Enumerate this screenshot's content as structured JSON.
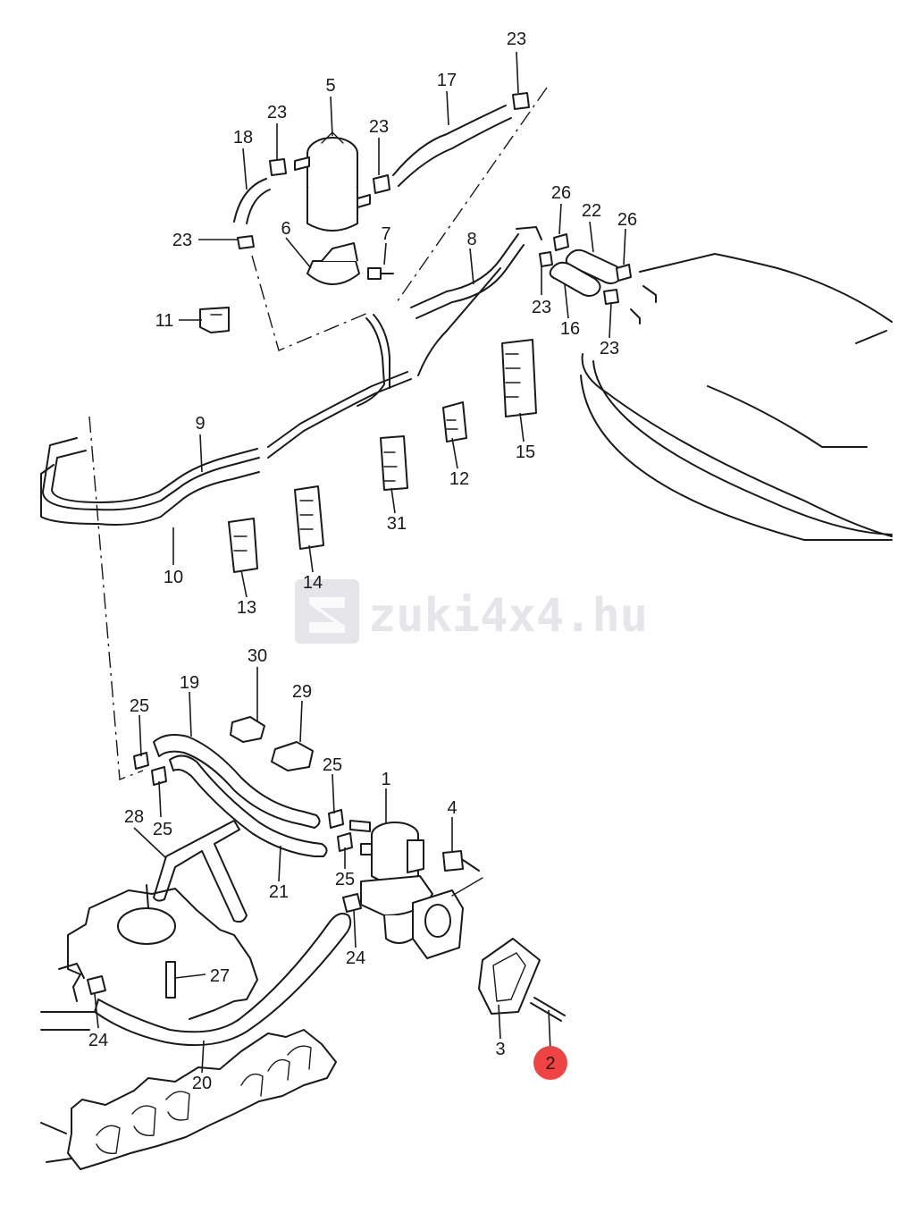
{
  "watermark": {
    "text": "zuki4x4.hu",
    "color": "#e6e6ea"
  },
  "highlight": {
    "label": "2",
    "color": "#f04444"
  },
  "callouts": {
    "c1": "1",
    "c3": "3",
    "c4": "4",
    "c5": "5",
    "c6": "6",
    "c7": "7",
    "c8": "8",
    "c9": "9",
    "c10": "10",
    "c11": "11",
    "c12": "12",
    "c13": "13",
    "c14": "14",
    "c15": "15",
    "c16": "16",
    "c17": "17",
    "c18": "18",
    "c19": "19",
    "c20": "20",
    "c21": "21",
    "c22": "22",
    "c23": "23",
    "c24": "24",
    "c25": "25",
    "c26": "26",
    "c27": "27",
    "c28": "28",
    "c29": "29",
    "c30": "30",
    "c31": "31"
  }
}
